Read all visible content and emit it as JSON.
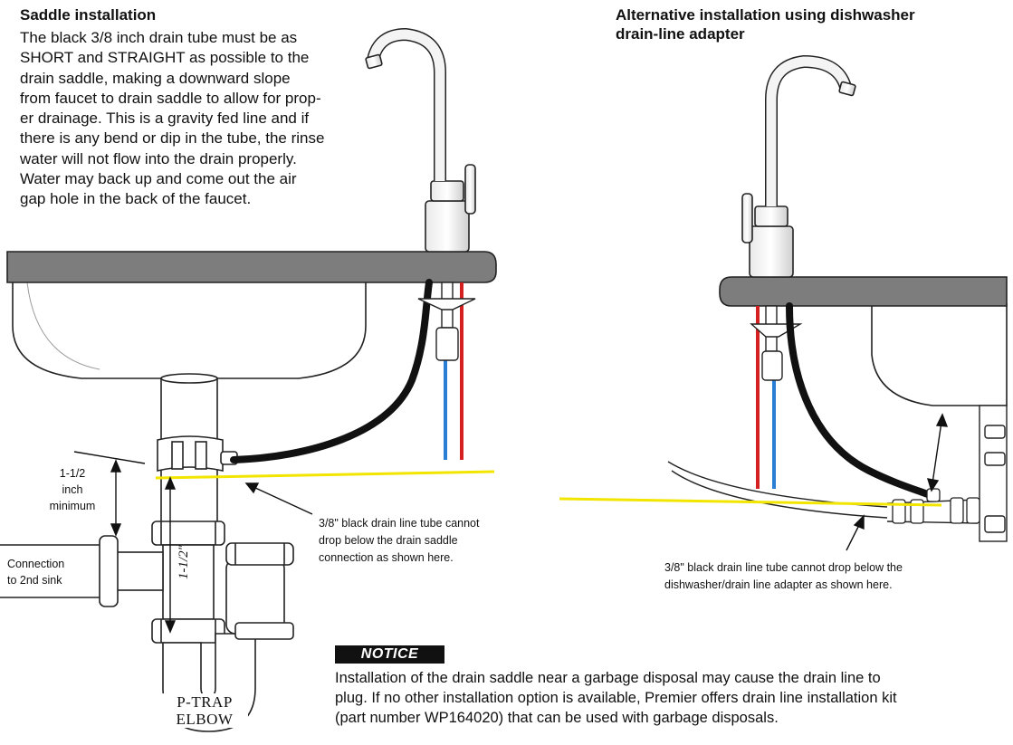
{
  "left_section": {
    "heading": "Saddle installation",
    "body": "The black 3/8 inch drain tube must be as SHORT and STRAIGHT as possible to the drain saddle, making a downward slope from faucet to drain saddle to allow for proper drainage. This is a gravity fed line and if there is any bend or dip in the tube, the rinse water will not flow into the drain properly. Water may back up and come out the air gap hole in the back of the faucet.",
    "body_lines": [
      "The black 3/8 inch drain tube must be as",
      "SHORT and STRAIGHT as possible to the",
      "drain saddle, making a downward slope",
      "from faucet to drain saddle to allow for prop-",
      "er drainage. This is a gravity fed line and if",
      "there is any bend or dip in the tube, the rinse",
      "water will not flow into the drain properly.",
      "Water may back up and come out the air",
      "gap hole in the back of the faucet."
    ],
    "min_label_lines": [
      "1-1/2",
      "inch",
      "minimum"
    ],
    "connection_label_lines": [
      "Connection",
      "to 2nd sink"
    ],
    "pipe_measure": "1-1/2\"",
    "ptrap_lines": [
      "P-TRAP",
      "ELBOW"
    ],
    "callout_lines": [
      "3/8\" black drain line tube cannot",
      "drop below the drain saddle",
      "connection as shown here."
    ]
  },
  "right_section": {
    "heading_lines": [
      "Alternative installation using dishwasher",
      "drain-line adapter"
    ],
    "callout_lines": [
      "3/8\" black drain line tube cannot drop below the",
      "dishwasher/drain line adapter as shown here."
    ]
  },
  "notice": {
    "badge": "NOTICE",
    "lines": [
      "Installation of the drain saddle near a garbage disposal may cause the drain line to",
      "plug. If no other installation option is available, Premier offers drain line installation kit",
      "(part number WP164020) that can be used with garbage disposals."
    ]
  },
  "colors": {
    "countertop": "#7d7d7d",
    "drain_tube": "#111111",
    "cold_line": "#2a7fd4",
    "hot_line": "#d42020",
    "level_line": "#f2e600"
  }
}
